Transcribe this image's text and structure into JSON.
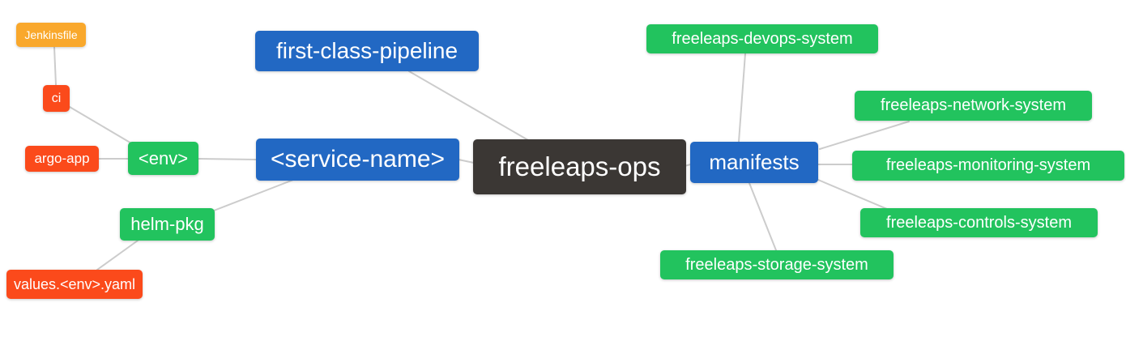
{
  "diagram": {
    "type": "mindmap",
    "root": "freeleaps-ops",
    "colors": {
      "blue": "#2268c3",
      "green": "#22c35e",
      "red": "#fb4a1b",
      "orange": "#f9a82c",
      "dark": "#3b3734",
      "edge": "#cccccc",
      "text": "#ffffff",
      "background": "#ffffff"
    },
    "nodes": {
      "jenkinsfile": {
        "label": "Jenkinsfile",
        "color": "orange"
      },
      "ci": {
        "label": "ci",
        "color": "red"
      },
      "argo_app": {
        "label": "argo-app",
        "color": "red"
      },
      "env": {
        "label": "<env>",
        "color": "green"
      },
      "helm_pkg": {
        "label": "helm-pkg",
        "color": "green"
      },
      "values_env_yaml": {
        "label": "values.<env>.yaml",
        "color": "red"
      },
      "first_class_pipeline": {
        "label": "first-class-pipeline",
        "color": "blue"
      },
      "service_name": {
        "label": "<service-name>",
        "color": "blue"
      },
      "freeleaps_ops": {
        "label": "freeleaps-ops",
        "color": "dark"
      },
      "manifests": {
        "label": "manifests",
        "color": "blue"
      },
      "devops_system": {
        "label": "freeleaps-devops-system",
        "color": "green"
      },
      "network_system": {
        "label": "freeleaps-network-system",
        "color": "green"
      },
      "monitoring_system": {
        "label": "freeleaps-monitoring-system",
        "color": "green"
      },
      "controls_system": {
        "label": "freeleaps-controls-system",
        "color": "green"
      },
      "storage_system": {
        "label": "freeleaps-storage-system",
        "color": "green"
      }
    },
    "edges": [
      [
        "Jenkinsfile",
        "ci"
      ],
      [
        "ci",
        "<env>"
      ],
      [
        "argo-app",
        "<env>"
      ],
      [
        "<env>",
        "<service-name>"
      ],
      [
        "helm-pkg",
        "<service-name>"
      ],
      [
        "values.<env>.yaml",
        "helm-pkg"
      ],
      [
        "first-class-pipeline",
        "freeleaps-ops"
      ],
      [
        "<service-name>",
        "freeleaps-ops"
      ],
      [
        "freeleaps-ops",
        "manifests"
      ],
      [
        "manifests",
        "freeleaps-devops-system"
      ],
      [
        "manifests",
        "freeleaps-network-system"
      ],
      [
        "manifests",
        "freeleaps-monitoring-system"
      ],
      [
        "manifests",
        "freeleaps-controls-system"
      ],
      [
        "manifests",
        "freeleaps-storage-system"
      ]
    ]
  }
}
